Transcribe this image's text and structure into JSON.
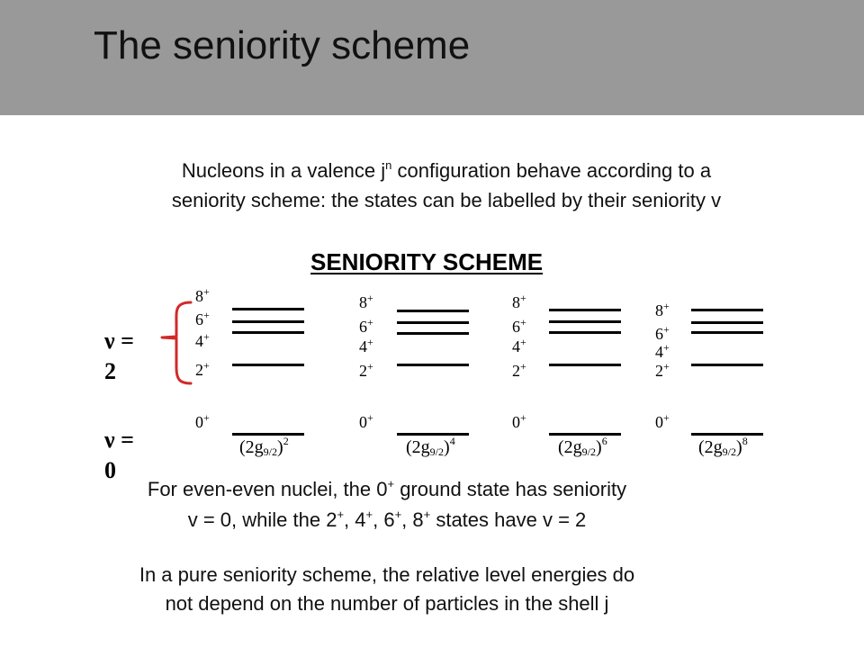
{
  "slide": {
    "title": "The seniority scheme",
    "intro_line1_before": "Nucleons in a valence j",
    "intro_line1_sup": "n",
    "intro_line1_after": " configuration behave according to a",
    "intro_line2": "seniority scheme: the states can be labelled by their seniority v"
  },
  "diagram": {
    "title": "SENIORITY SCHEME",
    "nu2_label_line1": "ν =",
    "nu2_label_line2": "2",
    "nu0_label_line1": "ν =",
    "nu0_label_line2": "0",
    "bracket_color": "#d12a2a",
    "columns": [
      {
        "levels": [
          "8",
          "6",
          "4",
          "2",
          "0"
        ],
        "parity": "+",
        "config_base": "(2g",
        "config_sub": "9/2",
        "config_close": ")",
        "config_exp": "2"
      },
      {
        "levels": [
          "8",
          "6",
          "4",
          "2",
          "0"
        ],
        "parity": "+",
        "config_base": "(2g",
        "config_sub": "9/2",
        "config_close": ")",
        "config_exp": "4"
      },
      {
        "levels": [
          "8",
          "6",
          "4",
          "2",
          "0"
        ],
        "parity": "+",
        "config_base": "(2g",
        "config_sub": "9/2",
        "config_close": ")",
        "config_exp": "6"
      },
      {
        "levels": [
          "8",
          "6",
          "4",
          "2",
          "0"
        ],
        "parity": "+",
        "config_base": "(2g",
        "config_sub": "9/2",
        "config_close": ")",
        "config_exp": "8"
      }
    ]
  },
  "notes": {
    "p1_line1_before": "For even-even nuclei, the 0",
    "p1_line1_sup": "+",
    "p1_line1_after": " ground state has seniority",
    "p1_line2_a": "v = 0,   while the 2",
    "p1_line2_sup1": "+",
    "p1_line2_b": ", 4",
    "p1_line2_sup2": "+",
    "p1_line2_c": ", 6",
    "p1_line2_sup3": "+",
    "p1_line2_d": ", 8",
    "p1_line2_sup4": "+",
    "p1_line2_e": " states have v = 2",
    "p2_line1": "In a pure seniority scheme, the relative level energies do",
    "p2_line2": "not depend on the number of particles in the shell j"
  }
}
